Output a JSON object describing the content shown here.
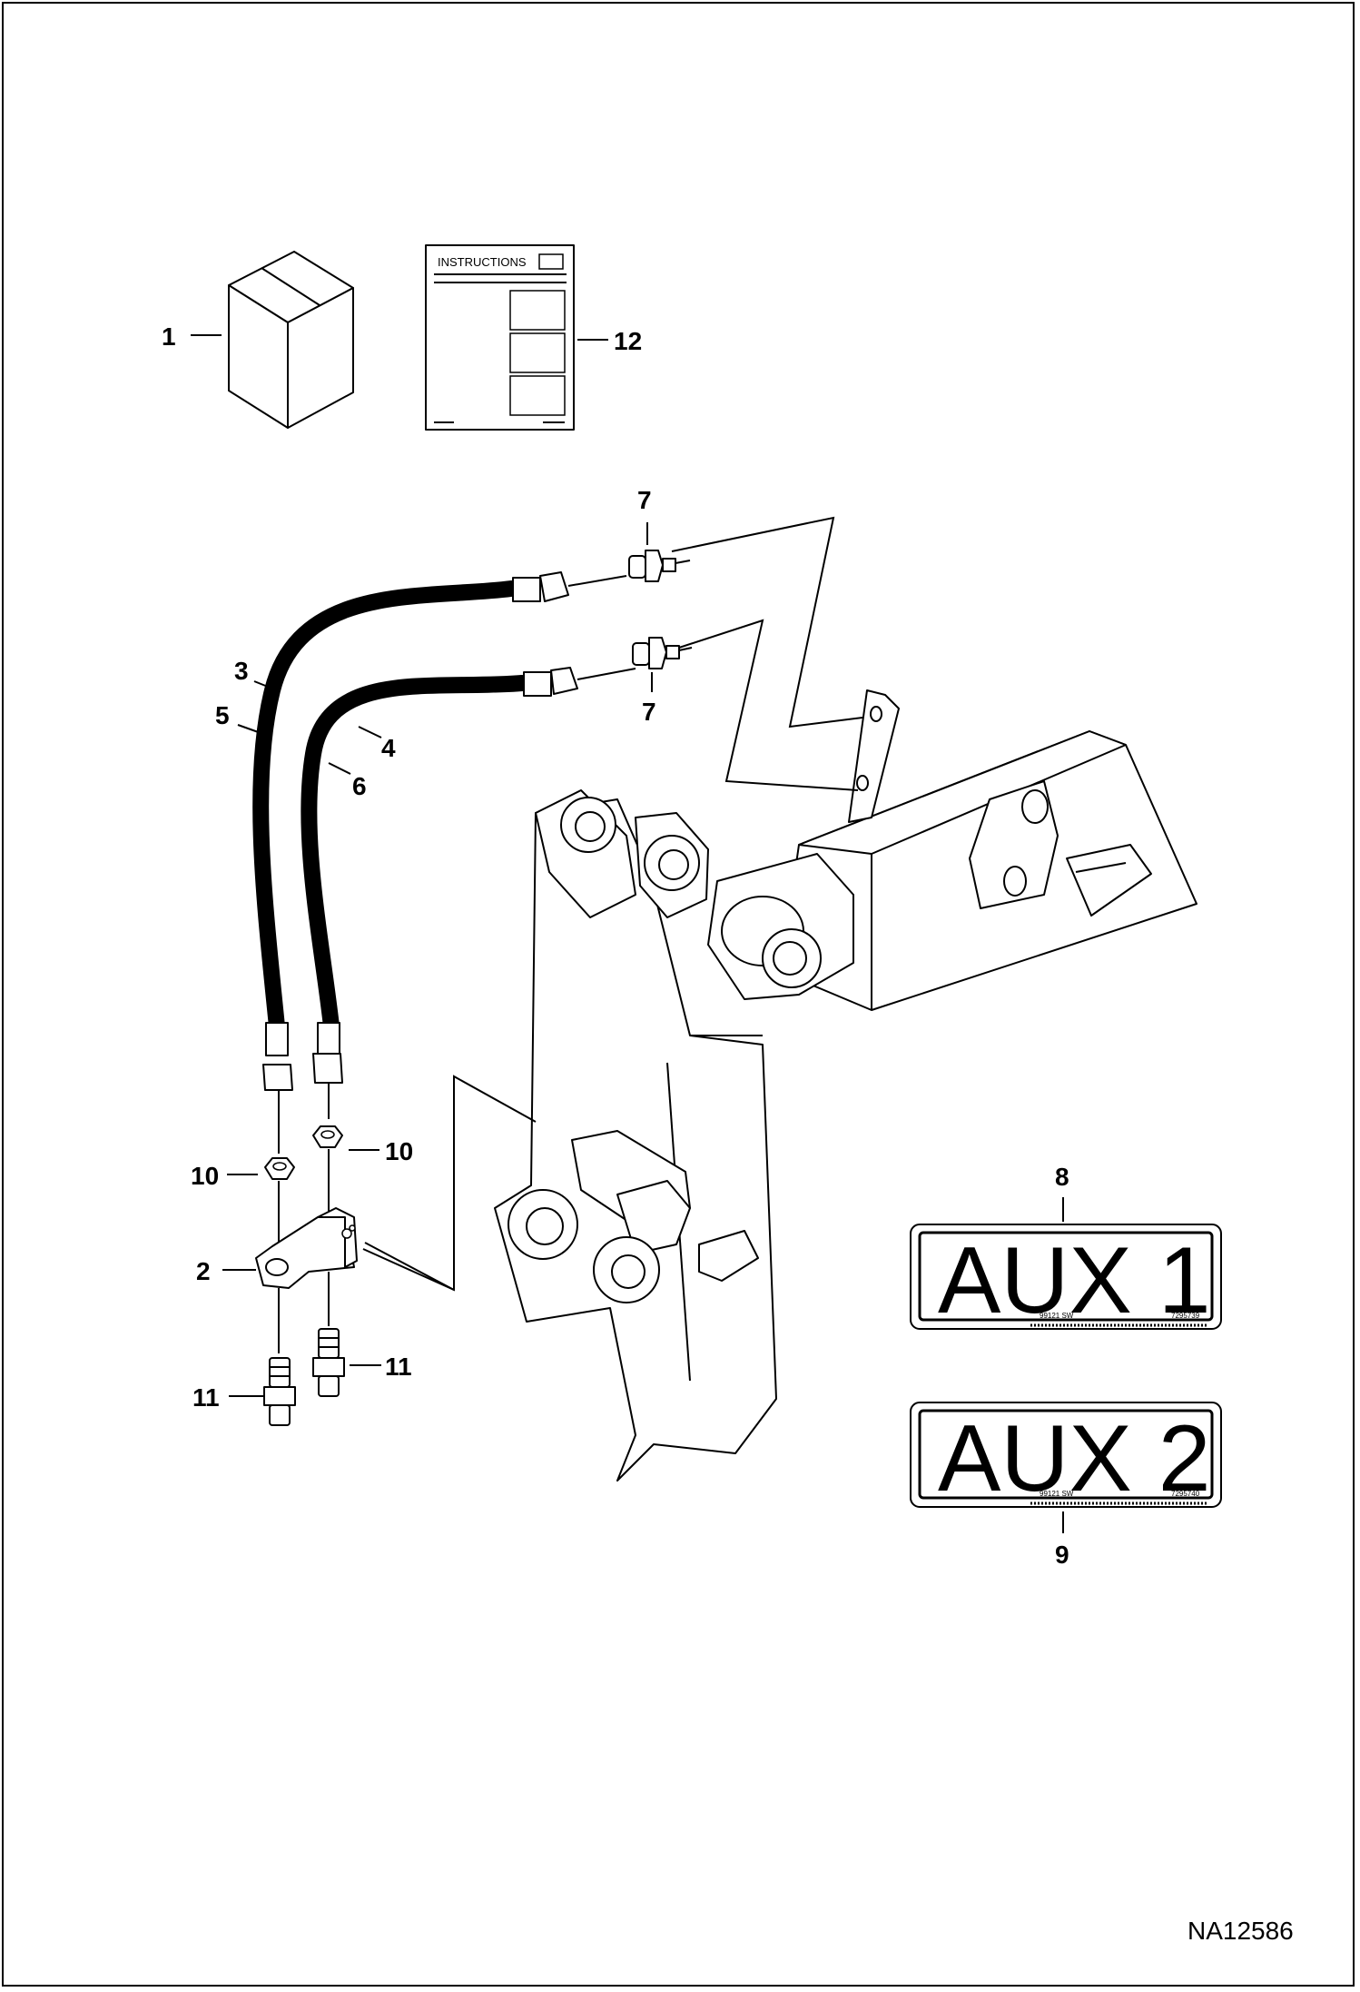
{
  "figure_id": "NA12586",
  "callouts": {
    "c1": "1",
    "c2": "2",
    "c3": "3",
    "c4": "4",
    "c5": "5",
    "c6": "6",
    "c7a": "7",
    "c7b": "7",
    "c8": "8",
    "c9": "9",
    "c10a": "10",
    "c10b": "10",
    "c11a": "11",
    "c11b": "11",
    "c12": "12"
  },
  "manual": {
    "heading": "INSTRUCTIONS"
  },
  "decals": {
    "aux1": {
      "text": "AUX 1",
      "code": "99121 SW",
      "part_no": "7295739"
    },
    "aux2": {
      "text": "AUX 2",
      "code": "99121 SW",
      "part_no": "7295740"
    }
  }
}
